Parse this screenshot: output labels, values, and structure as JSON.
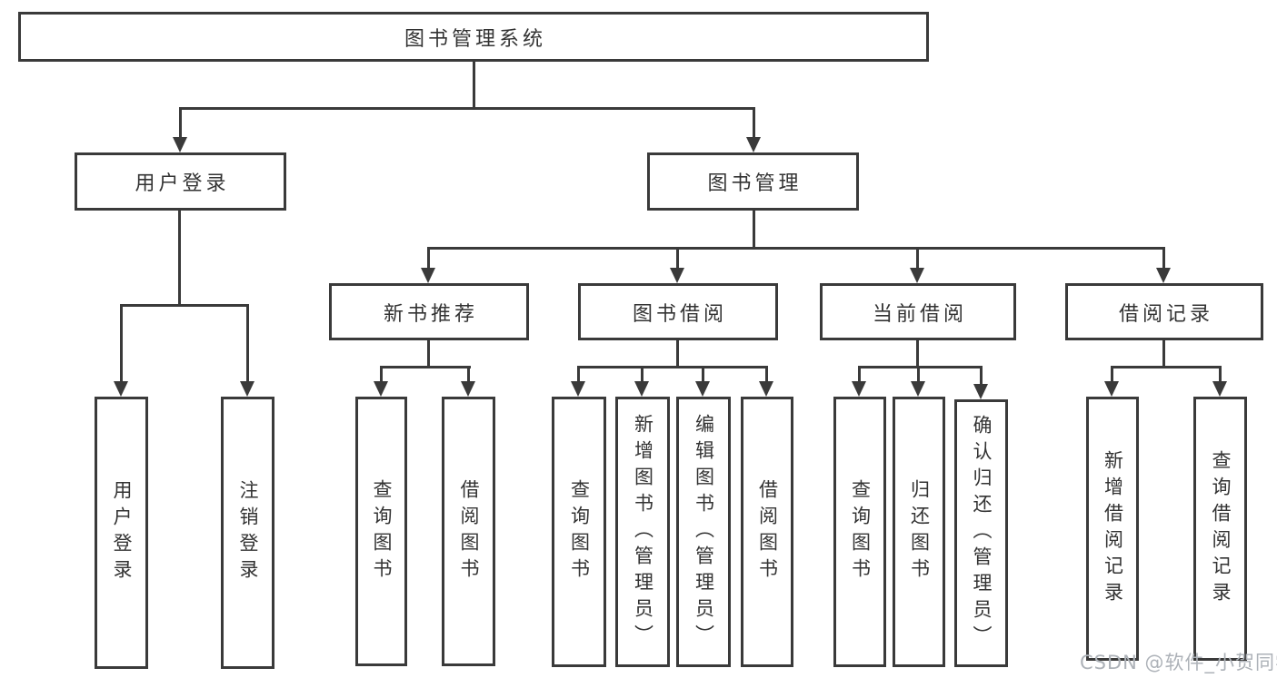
{
  "diagram": {
    "root": "图书管理系统",
    "level2": [
      "用户登录",
      "图书管理"
    ],
    "level3": [
      "新书推荐",
      "图书借阅",
      "当前借阅",
      "借阅记录"
    ],
    "leaves": {
      "user_login": [
        "用户登录",
        "注销登录"
      ],
      "new_book": [
        "查询图书",
        "借阅图书"
      ],
      "book_borrow": [
        "查询图书",
        "新增图书（管理员）",
        "编辑图书（管理员）",
        "借阅图书"
      ],
      "current_borrow": [
        "查询图书",
        "归还图书",
        "确认归还（管理员）"
      ],
      "borrow_record": [
        "新增借阅记录",
        "查询借阅记录"
      ]
    }
  },
  "watermark": "CSDN @软件_小贺同学",
  "colors": {
    "line": "#3a3a3a",
    "text": "#333333",
    "box_bg": "#ffffff",
    "watermark": "#adb2b8"
  }
}
